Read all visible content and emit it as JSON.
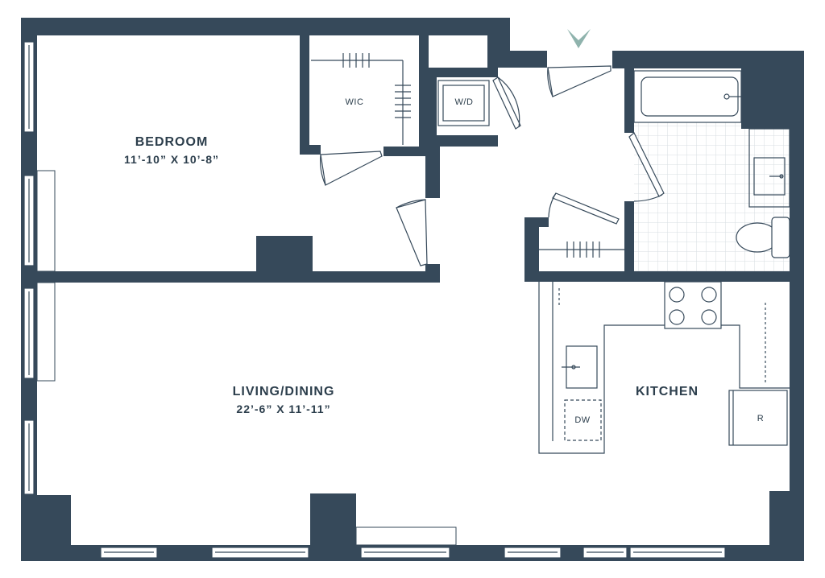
{
  "rooms": {
    "bedroom": {
      "name": "BEDROOM",
      "dims": "11’-10” X 10’-8”"
    },
    "living": {
      "name": "LIVING/DINING",
      "dims": "22’-6” X 11’-11”"
    },
    "kitchen": {
      "name": "KITCHEN"
    }
  },
  "fixtures": {
    "wic": "WIC",
    "wd": "W/D",
    "dw": "DW",
    "fridge": "R"
  },
  "colors": {
    "wall": "#36495a",
    "line": "#36495a",
    "tile": "#d7dde2",
    "accent": "#8fb3ad",
    "background": "#ffffff"
  },
  "icons": {
    "entry": "entry-arrow-icon"
  }
}
